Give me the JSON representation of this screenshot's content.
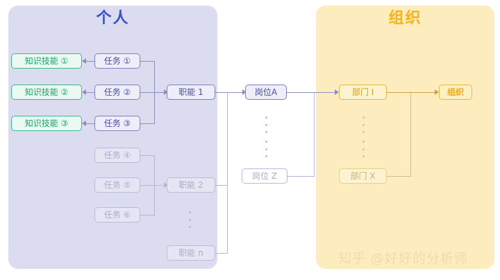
{
  "panels": [
    {
      "key": "individual",
      "title": "个人",
      "accent": "#3b56c4",
      "background": "#dcdcf0"
    },
    {
      "key": "organization",
      "title": "组织",
      "accent": "#f5b61d",
      "background": "#fcecbe"
    }
  ],
  "skills": [
    {
      "label": "知识技能 ①"
    },
    {
      "label": "知识技能 ②"
    },
    {
      "label": "知识技能 ③"
    }
  ],
  "tasks_active": [
    {
      "label": "任务 ①"
    },
    {
      "label": "任务 ②"
    },
    {
      "label": "任务 ③"
    }
  ],
  "tasks_faded": [
    {
      "label": "任务 ④"
    },
    {
      "label": "任务 ⑤"
    },
    {
      "label": "任务 ⑥"
    }
  ],
  "functions": [
    {
      "label": "职能 1",
      "state": "active"
    },
    {
      "label": "职能 2",
      "state": "faded"
    },
    {
      "label": "职能 n",
      "state": "faded"
    }
  ],
  "positions": [
    {
      "label": "岗位A",
      "state": "active"
    },
    {
      "label": "岗位 Z",
      "state": "faded"
    }
  ],
  "departments": [
    {
      "label": "部门 I",
      "state": "active"
    },
    {
      "label": "部门 X",
      "state": "faded"
    }
  ],
  "organization_node": {
    "label": "组织",
    "state": "active"
  },
  "watermark": {
    "text": "知乎 @好好的分析师"
  },
  "colors": {
    "individual_panel": "#dcdcf0",
    "organization_panel": "#fcecbe",
    "individual_title": "#3b56c4",
    "organization_title": "#f5b61d",
    "skill_border": "#3ab88a",
    "skill_text": "#22a06b",
    "purple_border": "#7d82bd",
    "purple_text": "#4a4fa0",
    "gold_border": "#e8b93c",
    "gold_text": "#d99c12",
    "connector": "#8a8fc0",
    "connector_gold": "#c9a34a"
  }
}
